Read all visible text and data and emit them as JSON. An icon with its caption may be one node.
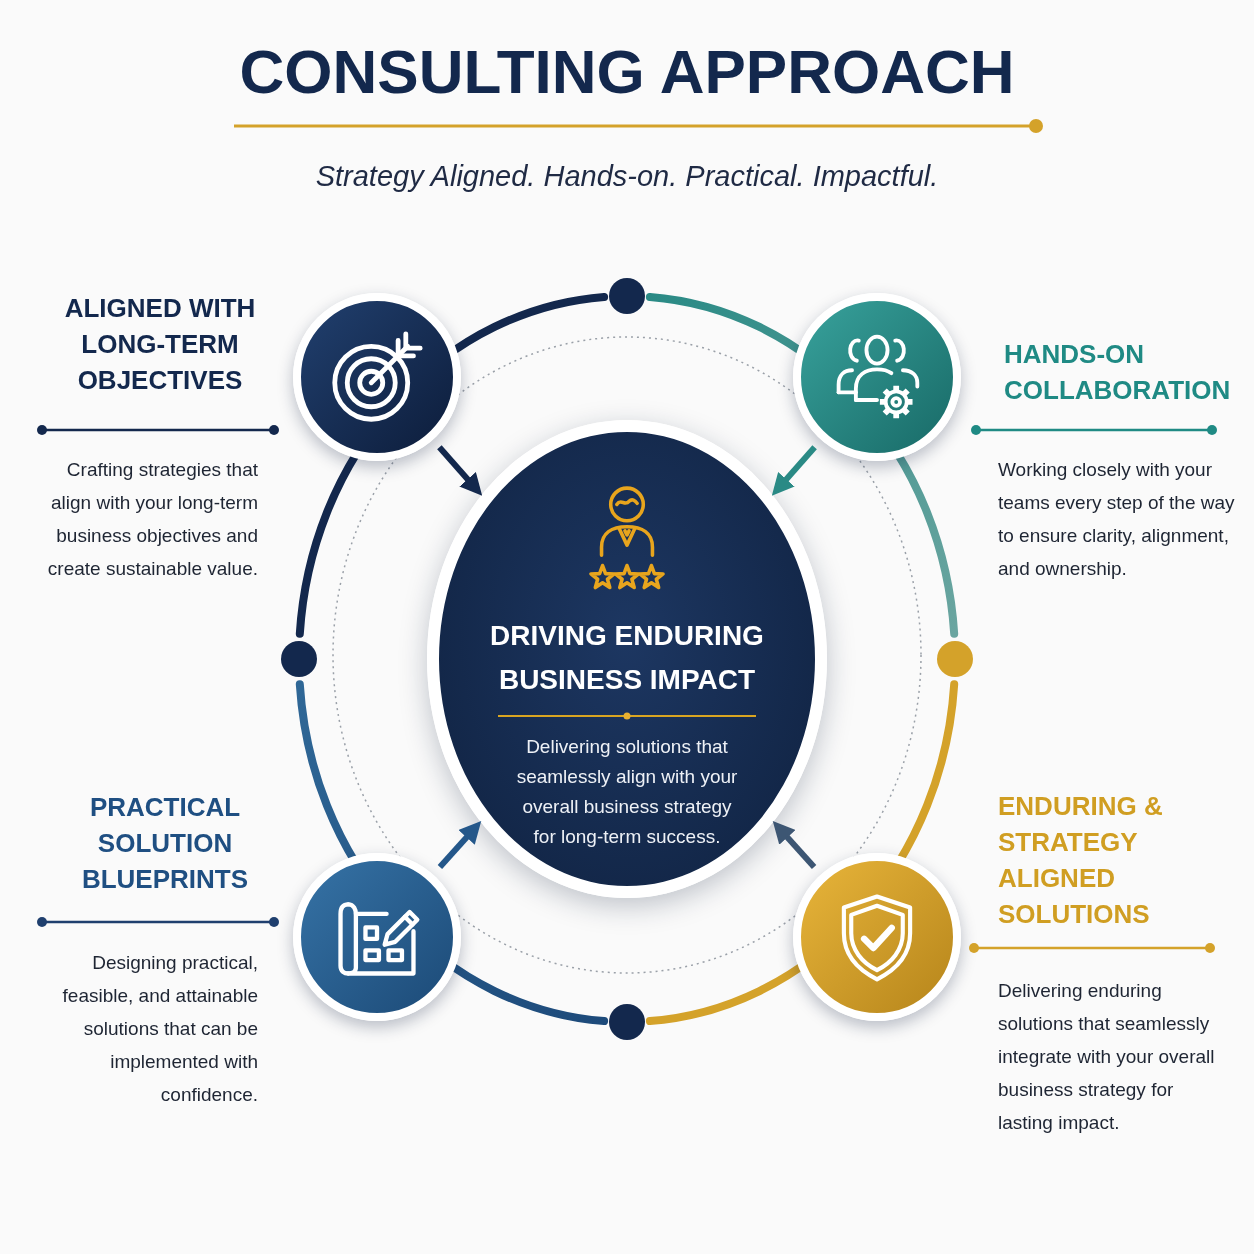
{
  "diagram": {
    "title": "CONSULTING APPROACH",
    "nodes": [
      {
        "text": [],
        "shape": "circle",
        "beside": [
          "ALIGNED WITH LONG-TERM OBJECTIVES",
          "Crafting strategies that align with your long-term business objectives and create sustainable value."
        ]
      },
      {
        "text": [],
        "shape": "circle",
        "beside": [
          "HANDS-ON COLLABORATION",
          "Working closely with your teams every step of the way to ensure clarity, alignment, and ownership."
        ]
      },
      {
        "text": [
          "DRIVING ENDURING BUSINESS IMPACT",
          "Delivering solutions that seamlessly align with your overall business strategy for long-term success."
        ]
      },
      {
        "text": [],
        "shape": "circle",
        "beside": [
          "PRACTICAL SOLUTION BLUEPRINTS",
          "Designing practical, feasible, and attainable solutions that can be implemented with confidence."
        ]
      },
      {
        "text": [],
        "shape": "circle",
        "beside": [
          "ENDURING & STRATEGY ALIGNED SOLUTIONS",
          "Delivering enduring solutions that seamlessly integrate with your overall business strategy for lasting impact."
        ]
      }
    ],
    "edges": [
      {
        "from": 0,
        "to": 2,
        "arrow": "to",
        "color": "#13284d"
      },
      {
        "from": 1,
        "to": 2,
        "arrow": "to",
        "color": "#2a8a85"
      },
      {
        "from": 3,
        "to": 2,
        "arrow": "to",
        "color": "#24578a"
      },
      {
        "from": 4,
        "to": 2,
        "arrow": "to",
        "color": "#3d5673"
      }
    ],
    "labels": [
      "Strategy Aligned. Hands-on. Practical. Impactful."
    ]
  }
}
